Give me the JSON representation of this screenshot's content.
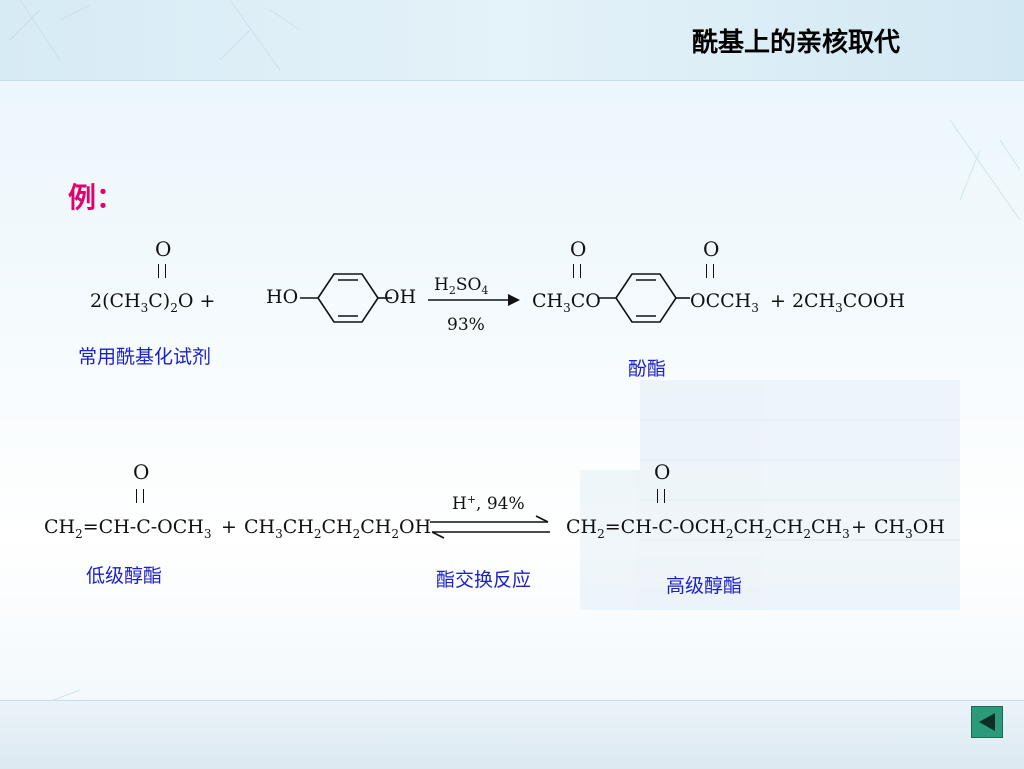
{
  "slide": {
    "title": "酰基上的亲核取代",
    "example_label": "例："
  },
  "reaction1": {
    "reagent_prefix": "2(CH",
    "reagent_sub1": "3",
    "reagent_mid": "C)",
    "reagent_sub2": "2",
    "reagent_suffix": "O  +",
    "carbonyl_o": "O",
    "ho": "HO",
    "oh": "OH",
    "catalyst_main": "H",
    "catalyst_sub1": "2",
    "catalyst_mid": "SO",
    "catalyst_sub2": "4",
    "yield": "93%",
    "product_left": "CH",
    "product_left_sub": "3",
    "product_left_suffix": "CO",
    "product_right": "OCCH",
    "product_right_sub": "3",
    "byproduct_prefix": "+  2CH",
    "byproduct_sub": "3",
    "byproduct_suffix": "COOH",
    "label_reagent": "常用酰基化试剂",
    "label_product": "酚酯"
  },
  "reaction2": {
    "carbonyl_o": "O",
    "reactant_a": "CH",
    "reactant_a_sub": "2",
    "reactant_b": "=CH-C-OCH",
    "reactant_b_sub": "3",
    "plus1": "+",
    "alcohol_1": "CH",
    "alcohol_1_sub": "3",
    "alcohol_2": "CH",
    "alcohol_2_sub": "2",
    "alcohol_3": "CH",
    "alcohol_3_sub": "2",
    "alcohol_4": "CH",
    "alcohol_4_sub": "2",
    "alcohol_5": "OH",
    "condition_main": "H",
    "condition_sup": "+",
    "condition_rest": ", 94%",
    "product_a": "CH",
    "product_a_sub": "2",
    "product_b": "=CH-C-OCH",
    "product_b_sub": "2",
    "product_c": "CH",
    "product_c_sub": "2",
    "product_d": "CH",
    "product_d_sub": "2",
    "product_e": "CH",
    "product_e_sub": "3",
    "plus2": "+",
    "methanol": "CH",
    "methanol_sub": "3",
    "methanol_suffix": "OH",
    "label_low": "低级醇酯",
    "label_exchange": "酯交换反应",
    "label_high": "高级醇酯"
  },
  "nav": {
    "back_icon": "triangle-left-icon",
    "accent": "#2a9a7a"
  }
}
